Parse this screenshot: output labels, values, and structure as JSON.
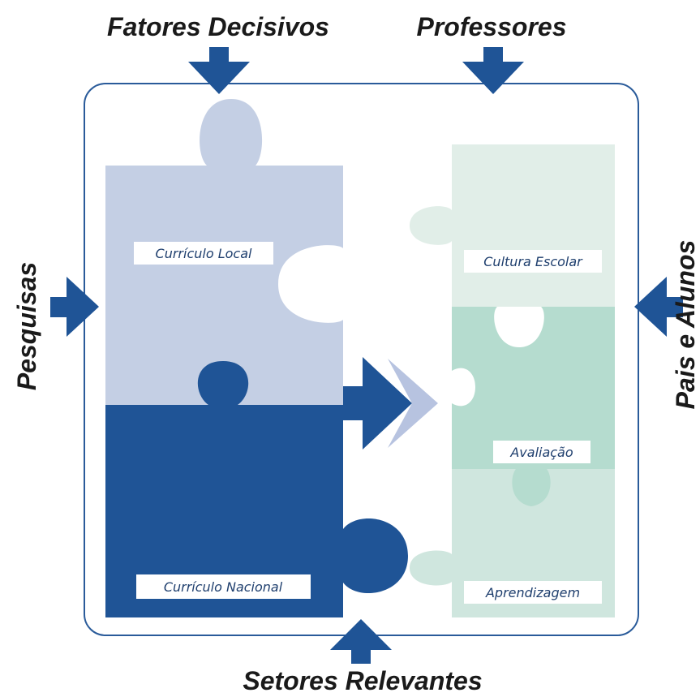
{
  "inputs": {
    "top_left": "Fatores Decisivos",
    "top_right": "Professores",
    "left": "Pesquisas",
    "right": "Pais e Alunos",
    "bottom": "Setores Relevantes"
  },
  "pieces": {
    "curriculo_local": "Currículo Local",
    "curriculo_nacional": "Currículo Nacional",
    "cultura_escolar": "Cultura Escolar",
    "avaliacao": "Avaliação",
    "aprendizagem": "Aprendizagem"
  },
  "colors": {
    "dark_blue": "#1f5496",
    "light_blue": "#c4cfe4",
    "chevron": "#b7c3e0",
    "mint_light": "#e1eee8",
    "mint_mid": "#b5dccf",
    "mint_pale": "#cfe6de",
    "frame": "#2a5b9a"
  }
}
